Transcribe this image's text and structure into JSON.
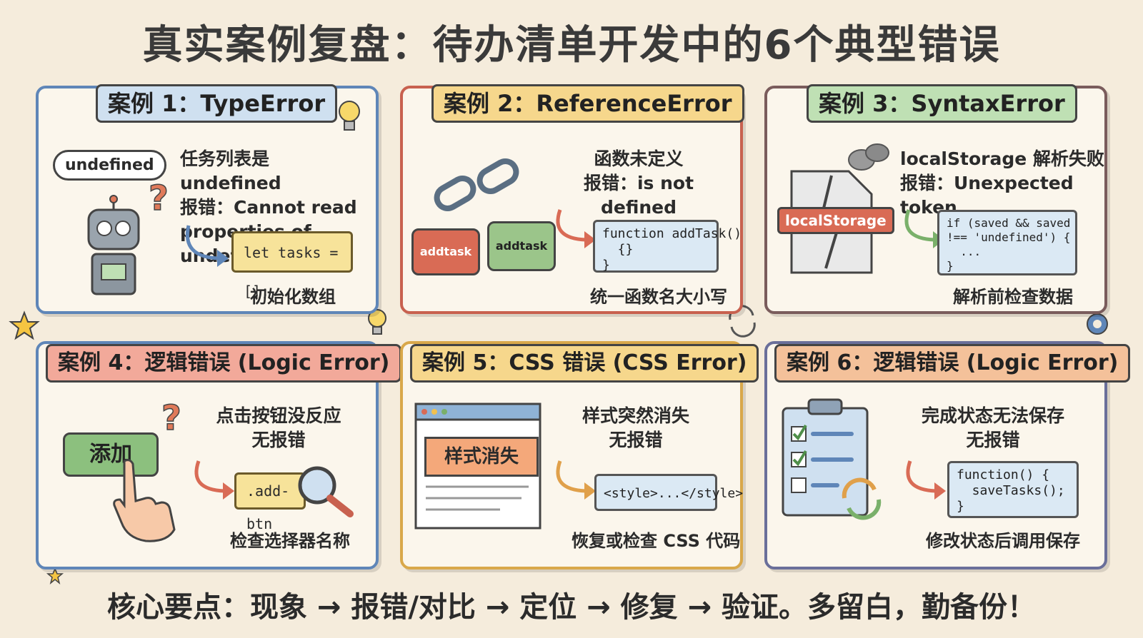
{
  "title": "真实案例复盘：待办清单开发中的6个典型错误",
  "footer": "核心要点：现象 → 报错/对比 → 定位 → 修复 → 验证。多留白，勤备份！",
  "cases": [
    {
      "tag": "案例 1：TypeError",
      "line1": "任务列表是 undefined",
      "line2": "报错：Cannot read",
      "line3": "properties of undefined",
      "bubble": "undefined",
      "code": "let tasks = [];",
      "fix": "初始化数组",
      "icons": [
        "lightbulb-icon",
        "robot-icon",
        "question-icon"
      ]
    },
    {
      "tag": "案例 2：ReferenceError",
      "line1": "函数未定义",
      "line2": "报错：is not defined",
      "puzzle_a": "addtask",
      "puzzle_b": "addtask",
      "code": "function addTask()\n  {}\n}",
      "fix": "统一函数名大小写",
      "icons": [
        "broken-chain-icon",
        "puzzle-icon"
      ]
    },
    {
      "tag": "案例 3：SyntaxError",
      "line1": "localStorage 解析失败",
      "line2": "报错：Unexpected token",
      "label": "localStorage",
      "code": "if (saved && saved\n!== 'undefined') {\n  ...\n}",
      "fix": "解析前检查数据",
      "icons": [
        "broken-file-icon",
        "smoke-icon"
      ]
    },
    {
      "tag": "案例 4：逻辑错误 (Logic Error)",
      "line1": "点击按钮没反应",
      "line2": "无报错",
      "button": "添加",
      "code": ".add-btn",
      "fix": "检查选择器名称",
      "icons": [
        "hand-pointer-icon",
        "magnifier-icon",
        "question-icon"
      ]
    },
    {
      "tag": "案例 5：CSS 错误 (CSS Error)",
      "line1": "样式突然消失",
      "line2": "无报错",
      "banner": "样式消失",
      "code": "<style>...</style>",
      "fix": "恢复或检查 CSS 代码",
      "icons": [
        "browser-window-icon"
      ]
    },
    {
      "tag": "案例 6：逻辑错误 (Logic Error)",
      "line1": "完成状态无法保存",
      "line2": "无报错",
      "code": "function() {\n  saveTasks();\n}",
      "fix": "修改状态后调用保存",
      "icons": [
        "clipboard-checklist-icon",
        "refresh-icon"
      ]
    }
  ],
  "colors": {
    "background": "#f5ecdc",
    "blue": "#5f86b8",
    "red": "#c8614f",
    "yellow": "#d9a84a",
    "green": "#7ab06a"
  }
}
